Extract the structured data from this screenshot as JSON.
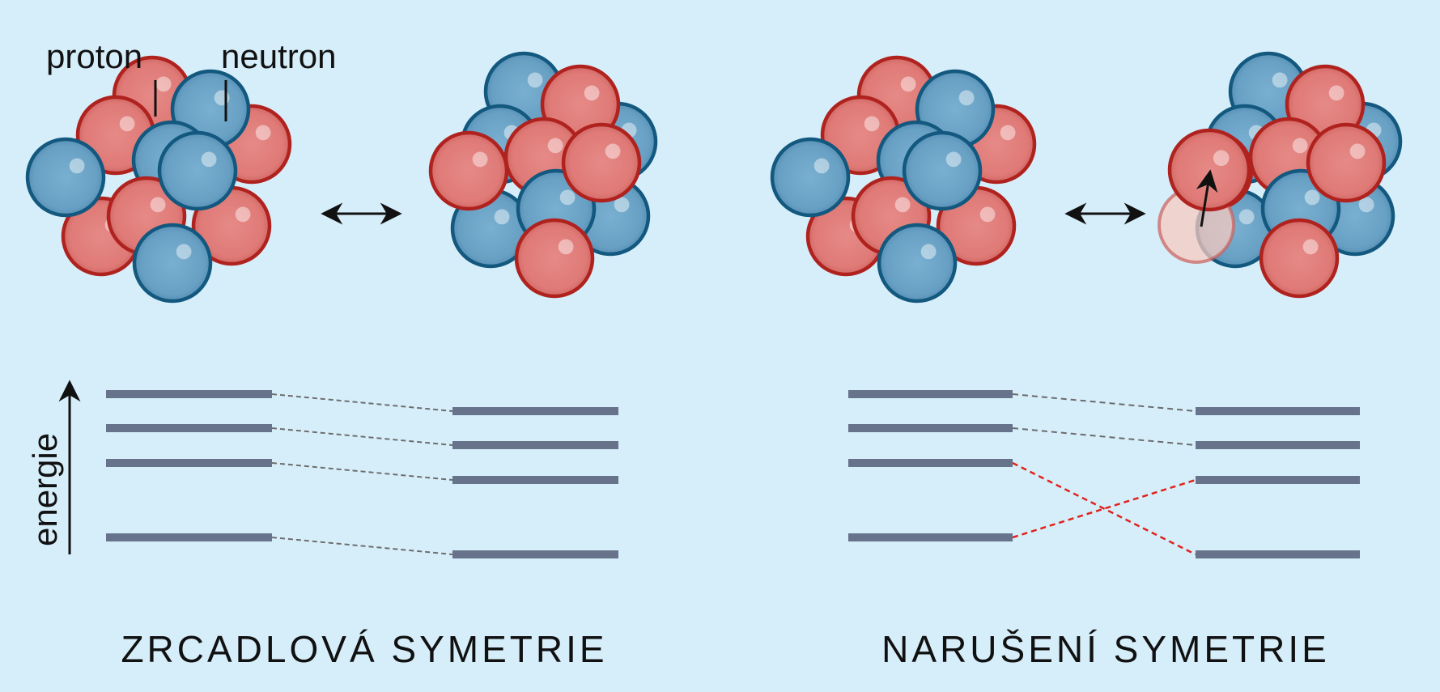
{
  "labels": {
    "proton": "proton",
    "neutron": "neutron",
    "energy_axis": "energie"
  },
  "panels": [
    {
      "id": "mirror",
      "caption": "ZRCADLOVÁ  SYMETRIE",
      "level_links": "parallel"
    },
    {
      "id": "broken",
      "caption": "NARUŠENÍ  SYMETRIE",
      "level_links": "crossed"
    }
  ],
  "energy_levels": {
    "left_column": 4,
    "right_column": 4
  },
  "colors": {
    "background": "#d6eefa",
    "proton_fill": "#e37f7c",
    "proton_edge": "#b0221e",
    "neutron_fill": "#6fa6c9",
    "neutron_edge": "#13587e",
    "level_bar": "#66738a",
    "parallel_link": "#6b6b6b",
    "crossed_link": "#e0231c"
  },
  "icons": {
    "transform": "double-arrow-icon",
    "energy": "up-arrow-icon",
    "moved_proton": "arrow-icon"
  }
}
